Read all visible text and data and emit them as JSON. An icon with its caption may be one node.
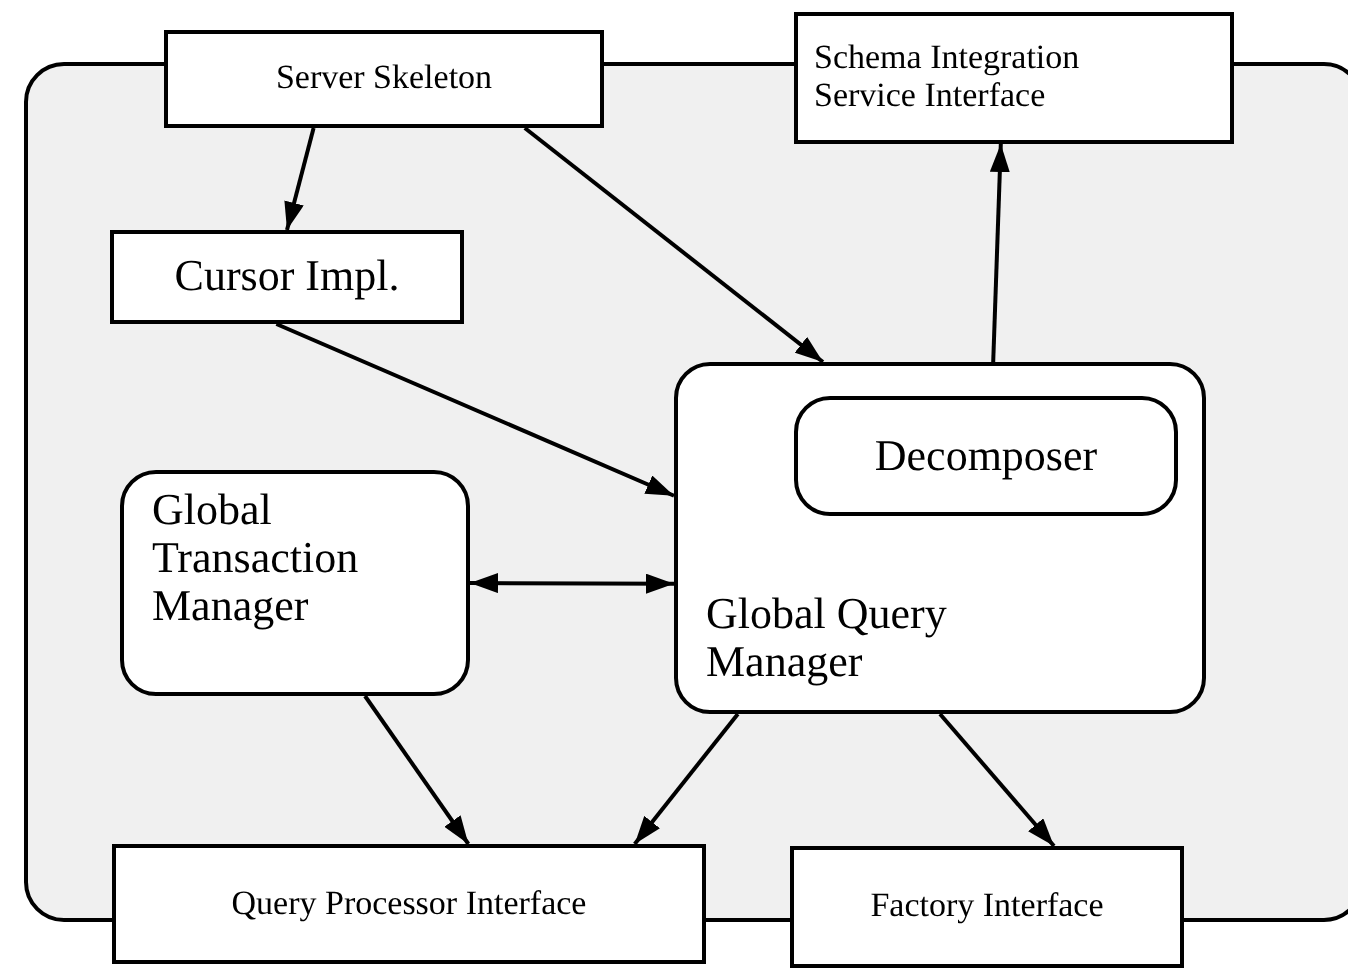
{
  "diagram": {
    "nodes": [
      {
        "text": [],
        "shape": "box"
      },
      {
        "text": [
          "Server Skeleton"
        ]
      },
      {
        "text": [
          "Schema Integration Service Interface"
        ]
      },
      {
        "text": [
          "Cursor Impl."
        ],
        "in": 0
      },
      {
        "text": [
          "Global Query Manager"
        ],
        "in": 0
      },
      {
        "text": [
          "Decomposer"
        ],
        "in": 4
      },
      {
        "text": [
          "Global Transaction Manager"
        ],
        "in": 0
      },
      {
        "text": [
          "Query Processor Interface"
        ]
      },
      {
        "text": [
          "Factory Interface"
        ]
      }
    ],
    "edges": [
      {
        "from": 1,
        "to": 3,
        "arrow": "to"
      },
      {
        "from": 1,
        "to": 4,
        "arrow": "to"
      },
      {
        "from": 4,
        "to": 2,
        "arrow": "to"
      },
      {
        "from": 3,
        "to": 4,
        "arrow": "to"
      },
      {
        "from": 6,
        "to": 4,
        "arrow": "both"
      },
      {
        "from": 6,
        "to": 7,
        "arrow": "to"
      },
      {
        "from": 4,
        "to": 7,
        "arrow": "to"
      },
      {
        "from": 4,
        "to": 8,
        "arrow": "to"
      }
    ]
  }
}
